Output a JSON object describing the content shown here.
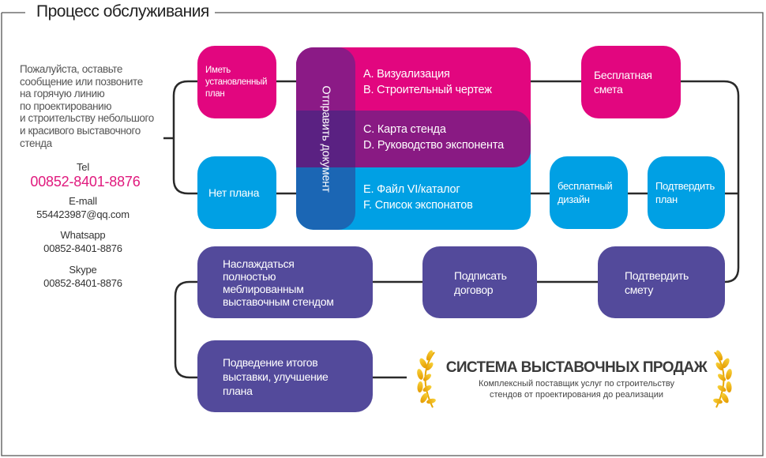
{
  "title": "Процесс обслуживания",
  "contact": {
    "message": "Пожалуйста, оставьте сообщение или позвоните на горячую линию по проектированию и строительству небольшого и красивого выставочного стенда",
    "message_lines": [
      "Пожалуйста, оставьте",
      "сообщение или позвоните",
      "на горячую линию",
      "по проектированию",
      "и строительству небольшого",
      "и красивого выставочного",
      "стенда"
    ],
    "tel_label": "Tel",
    "tel": "00852-8401-8876",
    "email_label": "E-mall",
    "email": "554423987@qq.com",
    "whatsapp_label": "Whatsapp",
    "whatsapp": "00852-8401-8876",
    "skype_label": "Skype",
    "skype": "00852-8401-8876"
  },
  "steps": {
    "have_plan": "Иметь установленный план",
    "no_plan": "Нет плана",
    "send_docs": "Отправить документ",
    "docs": [
      "A. Визуализация",
      "B. Строительный чертеж",
      "C. Карта стенда",
      "D. Руководство экспонента",
      "E. Файл VI/каталог",
      "F. Список экспонатов"
    ],
    "free_estimate": "Бесплатная смета",
    "free_design": "бесплатный дизайн",
    "confirm_plan": "Подтвердить план",
    "confirm_estimate": "Подтвердить смету",
    "sign_contract": "Подписать договор",
    "enjoy": "Наслаждаться полностью меблированным выставочным стендом",
    "summary": "Подведение итогов выставки, улучшение плана"
  },
  "logo": {
    "title": "СИСТЕМА ВЫСТАВОЧНЫХ ПРОДАЖ",
    "subtitle_1": "Комплексный поставщик  услуг  по строительству",
    "subtitle_2": "стендов  от проектирования  до реализации"
  },
  "colors": {
    "magenta": "#e2067f",
    "cyan": "#00a0e4",
    "purple": "#534a9b",
    "phone": "#e0197d",
    "laurel": "#f2b705"
  }
}
